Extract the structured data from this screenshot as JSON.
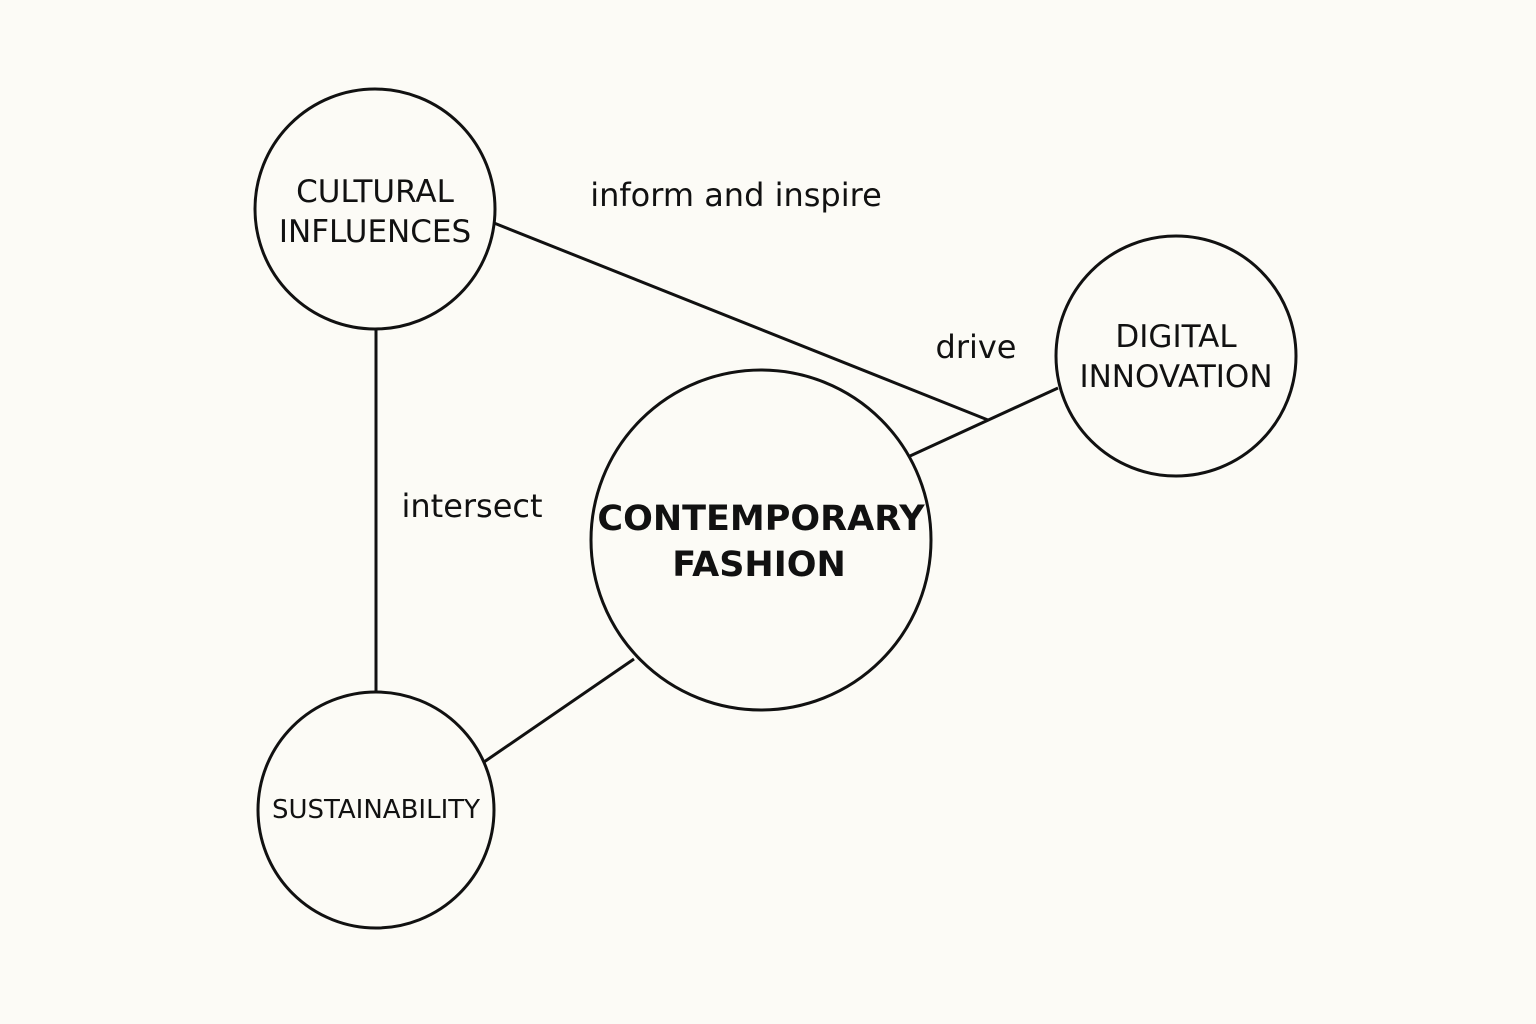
{
  "nodes": {
    "cultural": {
      "lines": [
        "CULTURAL",
        "INFLUENCES"
      ]
    },
    "digital": {
      "lines": [
        "DIGITAL",
        "INNOVATION"
      ]
    },
    "fashion": {
      "lines": [
        "CONTEMPORARY",
        "FASHION"
      ]
    },
    "sustainability": {
      "lines": [
        "SUSTAINABILITY"
      ]
    }
  },
  "edges": {
    "inform": {
      "label": "inform and inspire"
    },
    "drive": {
      "label": "drive"
    },
    "intersect": {
      "label": "intersect"
    }
  },
  "colors": {
    "background": "#fcfbf6",
    "stroke": "#111111"
  }
}
